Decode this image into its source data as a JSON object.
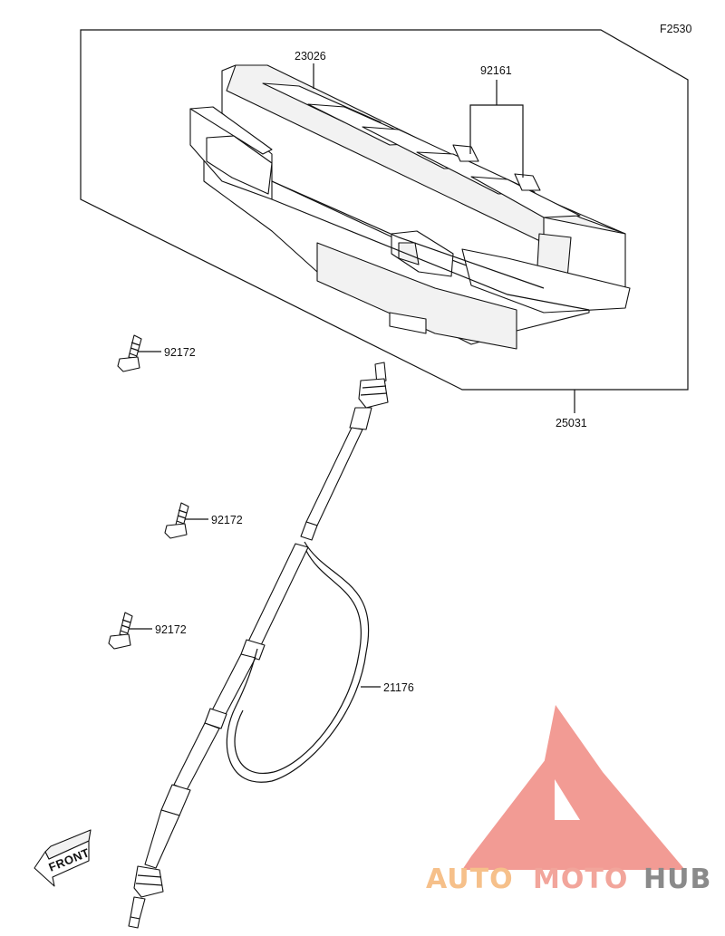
{
  "diagram": {
    "figure_code": "F2530",
    "labels": {
      "meter_cover": "23026",
      "grommet": "92161",
      "meter_assy": "25031",
      "screw_top": "92172",
      "screw_mid": "92172",
      "screw_low": "92172",
      "cable": "21176"
    },
    "front_arrow": "FRONT"
  },
  "watermark": {
    "part1": "AUTO",
    "part2": "MOTO",
    "part3": "HUB",
    "colors": {
      "triangle": "#f08a82",
      "auto": "#f6c08a",
      "moto": "#f2a59b",
      "hub": "#8a8a8a"
    }
  }
}
